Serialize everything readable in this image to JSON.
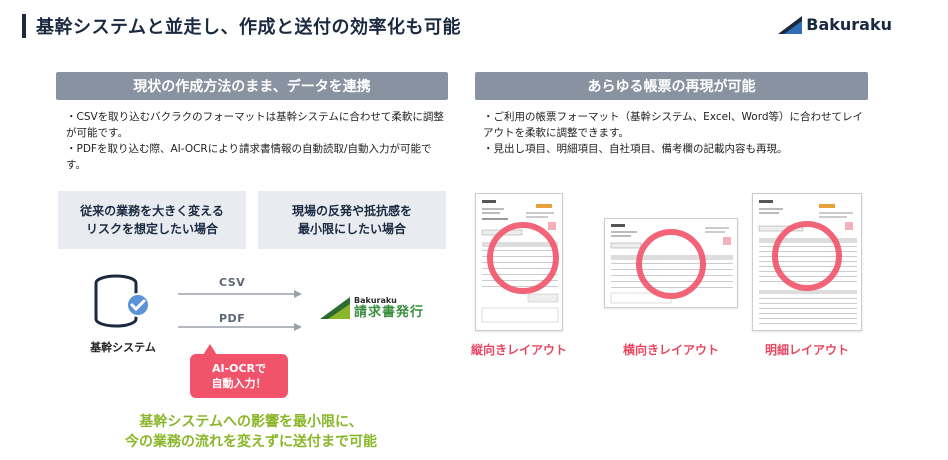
{
  "header": {
    "title": "基幹システムと並走し、作成と送付の効率化も可能",
    "brand": "Bakuraku"
  },
  "left": {
    "heading": "現状の作成方法のまま、データを連携",
    "bullets": [
      "・CSVを取り込むバクラクのフォーマットは基幹システムに合わせて柔軟に調整が可能です。",
      "・PDFを取り込む際、AI-OCRにより請求書情報の自動読取/自動入力が可能です。"
    ],
    "scenarios": [
      [
        "従来の業務を大きく変える",
        "リスクを想定したい場合"
      ],
      [
        "現場の反発や抵抗感を",
        "最小限にしたい場合"
      ]
    ],
    "source_label": "基幹システム",
    "arrows": {
      "csv": "CSV",
      "pdf": "PDF"
    },
    "target": {
      "brand_small": "Bakuraku",
      "product": "請求書発行"
    },
    "ocr_bubble": [
      "AI-OCRで",
      "自動入力！"
    ],
    "summary": [
      "基幹システムへの影響を最小限に、",
      "今の業務の流れを変えずに送付まで可能"
    ]
  },
  "right": {
    "heading": "あらゆる帳票の再現が可能",
    "bullets": [
      "・ご利用の帳票フォーマット（基幹システム、Excel、Word等）に合わせてレイアウトを柔軟に調整できます。",
      "・見出し項目、明細項目、自社項目、備考欄の記載内容も再現。"
    ],
    "layouts": [
      {
        "label": "縦向きレイアウト"
      },
      {
        "label": "横向きレイアウト"
      },
      {
        "label": "明細レイアウト"
      }
    ]
  },
  "colors": {
    "navy": "#1a2940",
    "section_gray": "#8892a0",
    "accent_pink": "#f1546a",
    "accent_green": "#8ab62a",
    "brand_blue": "#2f6db5"
  },
  "icons": [
    "database-check-icon",
    "arrow-right-icon",
    "bakuraku-logo-icon",
    "red-circle-highlight-icon"
  ]
}
